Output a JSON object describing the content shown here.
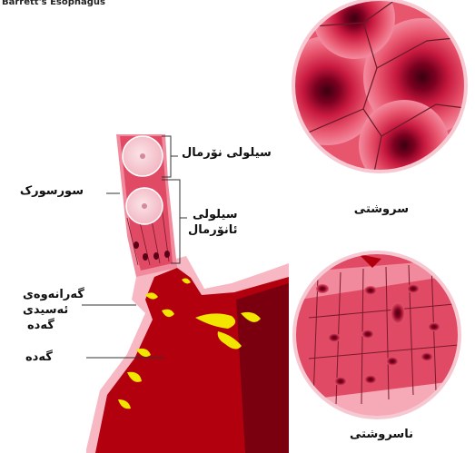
{
  "title": "Barrett's Esophagus",
  "labels": {
    "esophagus": "سورسورک",
    "normal_cells": "سیلولی نۆرمال",
    "abnormal_cells_line1": "سیلولی",
    "abnormal_cells_line2": "ئانۆرمال",
    "junction_line1": "گەرانەوەی",
    "junction_line2": "ئەسیدی",
    "junction_line3": "گەدە",
    "stomach": "گەدە",
    "natural": "سروشتی",
    "unnatural": "ناسروشتی"
  },
  "colors": {
    "tissue_pink": "#e8566e",
    "tissue_light": "#f7b7c3",
    "stomach_red": "#b3000e",
    "acid_yellow": "#f2e600",
    "nucleus": "#3a0010"
  }
}
